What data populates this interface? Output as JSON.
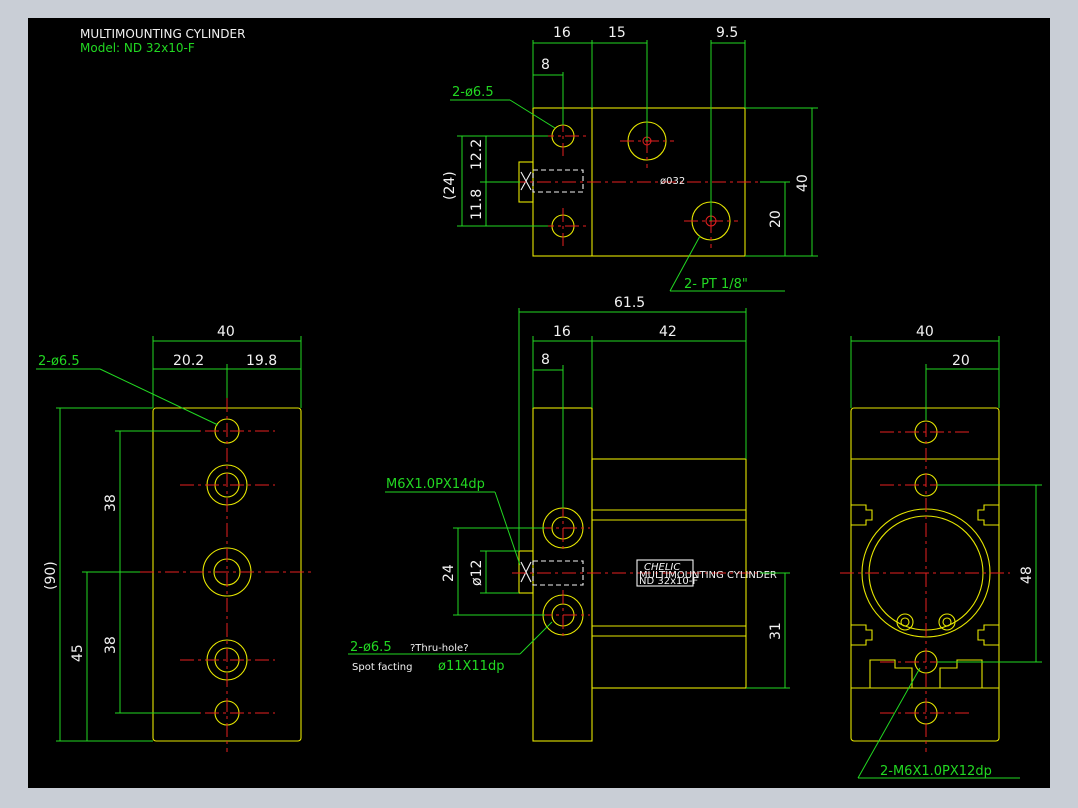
{
  "title": "MULTIMOUNTING CYLINDER",
  "model": "Model:  ND  32x10-F",
  "colors": {
    "background": "#000000",
    "frame": "#c9ced6",
    "dimension": "#22d822",
    "outline": "#e6e600",
    "centerline": "#e62020",
    "text": "#f2f2f2"
  },
  "top_view": {
    "dims": [
      "16",
      "15",
      "9.5",
      "8",
      "12.2",
      "11.8",
      "(24)",
      "40",
      "20"
    ],
    "hole_note": "2-ø6.5",
    "port_note": "2- PT 1/8\"",
    "center_label": "ø032"
  },
  "left_view": {
    "dims": [
      "40",
      "20.2",
      "19.8",
      "38",
      "38",
      "(90)",
      "45"
    ],
    "hole_note": "2-ø6.5"
  },
  "front_view": {
    "dims": [
      "61.5",
      "16",
      "42",
      "8",
      "24",
      "ø12",
      "31"
    ],
    "thread_note": "M6X1.0PX14dp",
    "hole_note": "2-ø6.5",
    "thru_note": "?Thru-hole?",
    "spot_label": "Spot facting",
    "spot_value": "ø11X11dp",
    "nameplate": {
      "brand": "CHELIC",
      "line1": "MULTIMOUNTING CYLINDER",
      "line2": "ND 32x10-F"
    }
  },
  "right_view": {
    "dims": [
      "40",
      "20",
      "48"
    ],
    "thread_note": "2-M6X1.0PX12dp"
  }
}
